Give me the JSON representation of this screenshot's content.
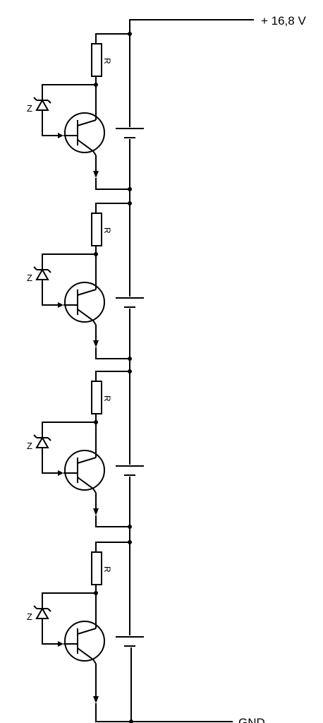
{
  "supply_label": "+ 16,8 V",
  "ground_label": "GND",
  "cells": [
    {
      "resistor_label": "R",
      "zener_label": "Z"
    },
    {
      "resistor_label": "R",
      "zener_label": "Z"
    },
    {
      "resistor_label": "R",
      "zener_label": "Z"
    },
    {
      "resistor_label": "R",
      "zener_label": "Z"
    }
  ]
}
